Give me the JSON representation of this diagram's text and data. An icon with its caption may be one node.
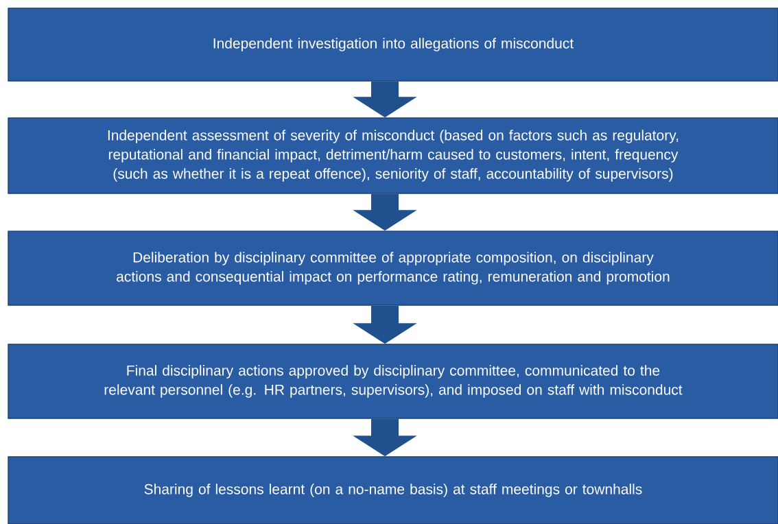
{
  "diagram": {
    "nodes": [
      {
        "text": [
          "Independent investigation into allegations of misconduct"
        ]
      },
      {
        "text": [
          "Independent assessment of severity of misconduct (based on factors such as regulatory, reputational and financial impact, detriment/harm caused to customers, intent, frequency (such as whether it is a repeat offence), seniority of staff, accountability of supervisors)"
        ]
      },
      {
        "text": [
          "Deliberation by disciplinary committee of appropriate composition, on disciplinary actions and consequential impact on performance rating, remuneration and promotion"
        ]
      },
      {
        "text": [
          "Final disciplinary actions approved by disciplinary committee, communicated to the relevant personnel (e.g. HR partners, supervisors), and imposed on staff with misconduct"
        ]
      },
      {
        "text": [
          "Sharing of lessons learnt (on a no-name basis) at staff meetings or townhalls"
        ]
      }
    ],
    "edges": [
      {
        "from": 0,
        "to": 1,
        "arrow": "to"
      },
      {
        "from": 1,
        "to": 2,
        "arrow": "to"
      },
      {
        "from": 2,
        "to": 3,
        "arrow": "to"
      },
      {
        "from": 3,
        "to": 4,
        "arrow": "to"
      }
    ]
  }
}
